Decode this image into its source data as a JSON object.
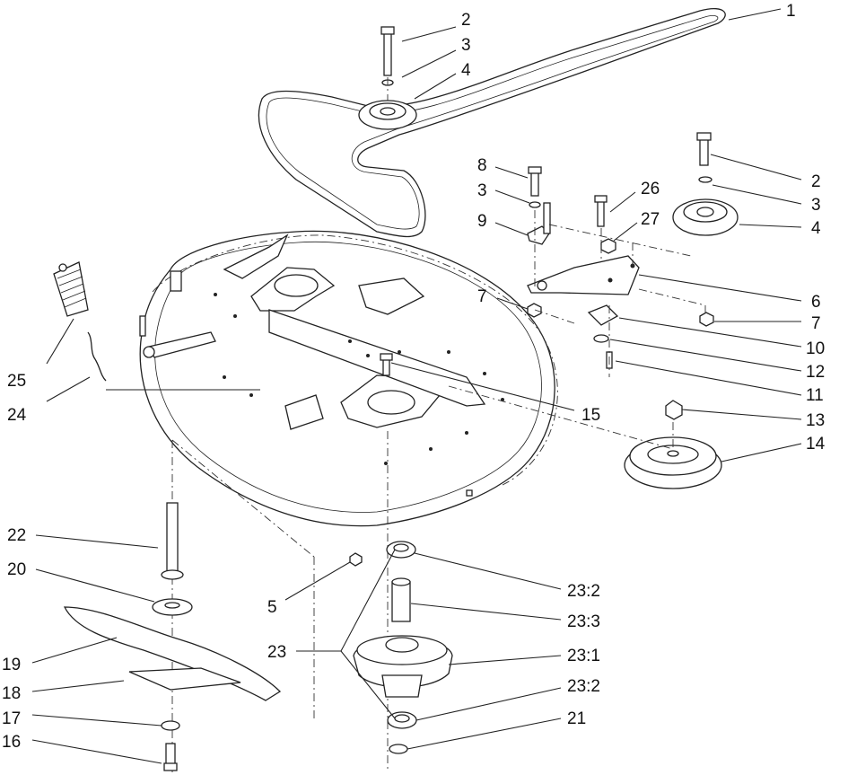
{
  "diagram": {
    "callouts": [
      {
        "id": "c1",
        "label": "1"
      },
      {
        "id": "c2a",
        "label": "2"
      },
      {
        "id": "c3a",
        "label": "3"
      },
      {
        "id": "c4a",
        "label": "4"
      },
      {
        "id": "c8",
        "label": "8"
      },
      {
        "id": "c3b",
        "label": "3"
      },
      {
        "id": "c9",
        "label": "9"
      },
      {
        "id": "c26",
        "label": "26"
      },
      {
        "id": "c27",
        "label": "27"
      },
      {
        "id": "c2b",
        "label": "2"
      },
      {
        "id": "c3c",
        "label": "3"
      },
      {
        "id": "c4b",
        "label": "4"
      },
      {
        "id": "c6",
        "label": "6"
      },
      {
        "id": "c7a",
        "label": "7"
      },
      {
        "id": "c7b",
        "label": "7"
      },
      {
        "id": "c10",
        "label": "10"
      },
      {
        "id": "c12",
        "label": "12"
      },
      {
        "id": "c11",
        "label": "11"
      },
      {
        "id": "c25",
        "label": "25"
      },
      {
        "id": "c24",
        "label": "24"
      },
      {
        "id": "c15",
        "label": "15"
      },
      {
        "id": "c13",
        "label": "13"
      },
      {
        "id": "c14",
        "label": "14"
      },
      {
        "id": "c22",
        "label": "22"
      },
      {
        "id": "c20",
        "label": "20"
      },
      {
        "id": "c5",
        "label": "5"
      },
      {
        "id": "c23_2a",
        "label": "23:2"
      },
      {
        "id": "c23_3",
        "label": "23:3"
      },
      {
        "id": "c23",
        "label": "23"
      },
      {
        "id": "c23_1",
        "label": "23:1"
      },
      {
        "id": "c19",
        "label": "19"
      },
      {
        "id": "c18",
        "label": "18"
      },
      {
        "id": "c23_2b",
        "label": "23:2"
      },
      {
        "id": "c17",
        "label": "17"
      },
      {
        "id": "c21",
        "label": "21"
      },
      {
        "id": "c16",
        "label": "16"
      }
    ]
  }
}
